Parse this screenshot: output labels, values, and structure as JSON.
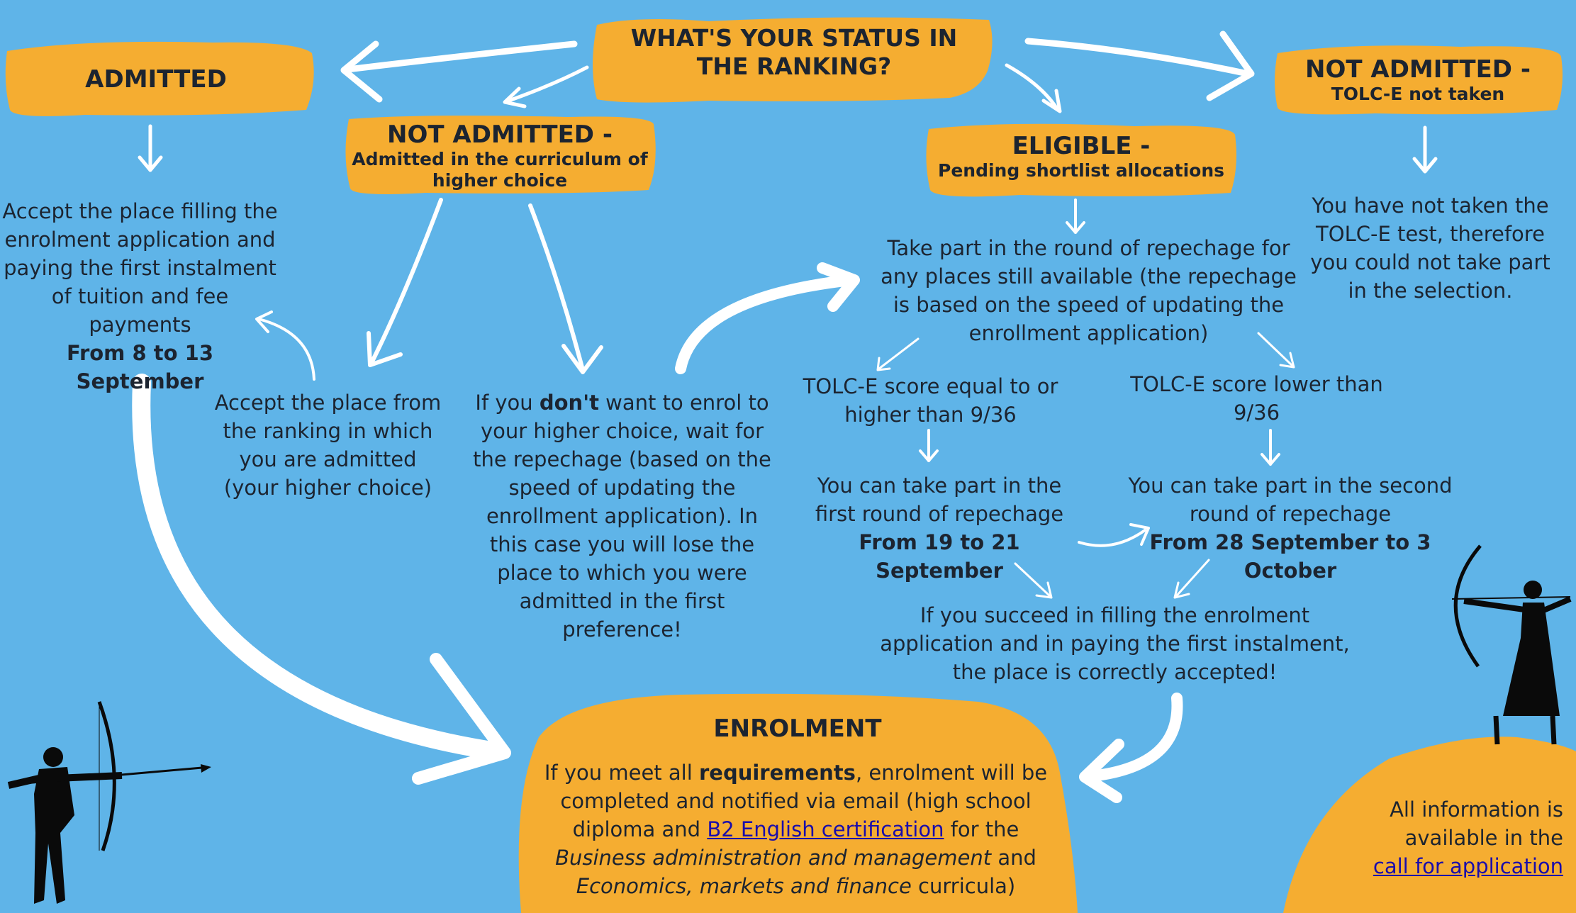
{
  "colors": {
    "background": "#5fb4e8",
    "accent": "#f5ad31",
    "text": "#1c2430",
    "link": "#1a0dab"
  },
  "header": {
    "title": "WHAT'S YOUR STATUS IN THE RANKING?"
  },
  "admitted": {
    "label": "ADMITTED",
    "text": "Accept the place filling the enrolment application and paying the first instalment of tuition and fee payments",
    "dates": "From 8 to 13 September"
  },
  "not_admitted_higher": {
    "label": "NOT ADMITTED -",
    "sublabel": "Admitted in the curriculum of higher choice",
    "accept_text": "Accept the place from the ranking in which you are admitted (your higher choice)",
    "wait_prefix": "If you",
    "wait_bold": "don't",
    "wait_suffix": "want to enrol to your higher choice, wait for the repechage (based on the speed of updating the enrollment application). In this case you will lose the place to which you were admitted in the first preference!"
  },
  "eligible": {
    "label": "ELIGIBLE -",
    "sublabel": "Pending shortlist allocations",
    "repechage_text": "Take part in the round of repechage for any places still available (the repechage is based on the speed of updating the enrollment application)",
    "higher_score": "TOLC-E score equal to or higher than 9/36",
    "lower_score": "TOLC-E score lower than 9/36",
    "first_round": "You can take part in the first round of repechage",
    "first_round_dates": "From 19 to 21 September",
    "second_round": "You can take part in the second round of repechage",
    "second_round_dates": "From 28 September to 3 October",
    "success_text": "If you succeed in filling the enrolment application and in paying the first instalment, the place is correctly accepted!"
  },
  "not_admitted_tolc": {
    "label": "NOT ADMITTED -",
    "sublabel": "TOLC-E not taken",
    "text": "You have not taken the TOLC-E test, therefore you could not take part in the selection."
  },
  "enrolment": {
    "title": "ENROLMENT",
    "p1": "If you meet all",
    "p1_bold": "requirements",
    "p2": ", enrolment will be completed and notified via email (high school diploma and",
    "link_text": "B2 English certification",
    "p3": "for the",
    "course1": "Business administration and management",
    "p4": "and",
    "course2": "Economics, markets and finance",
    "p5": "curricula)"
  },
  "info": {
    "text": "All information is available in the",
    "link_text": "call for application"
  },
  "icons": [
    "archer-silhouette-man",
    "archer-silhouette-woman",
    "arrow-icon"
  ]
}
